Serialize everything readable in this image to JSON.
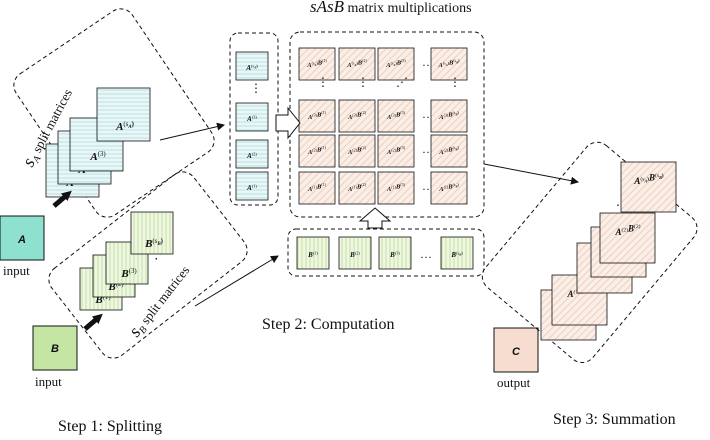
{
  "title": {
    "vars": "sAsB",
    "rest": " matrix multiplications"
  },
  "steps": {
    "step1": "Step 1: Splitting",
    "step2": "Step 2: Computation",
    "step3": "Step 3: Summation"
  },
  "io": {
    "input_label": "input",
    "output_label": "output",
    "matrix_a": "A",
    "matrix_b": "B",
    "matrix_c": "C"
  },
  "split_a": {
    "caption_var": "s",
    "caption_sub": "A",
    "caption_rest": " split matrices",
    "stack": [
      "A(1)",
      "A(2)",
      "A(3)",
      "...",
      "A(sA)"
    ]
  },
  "split_b": {
    "caption_var": "s",
    "caption_sub": "B",
    "caption_rest": " split matrices",
    "stack": [
      "B(1)",
      "B(2)",
      "B(3)",
      "...",
      "B(sB)"
    ]
  },
  "computation": {
    "a_column": [
      "A(sA)",
      "...",
      "A(3)",
      "A(2)",
      "A(1)"
    ],
    "b_row": [
      "B(1)",
      "B(2)",
      "B(3)",
      "...",
      "B(sB)"
    ],
    "grid": [
      [
        "A(sA)B(1)",
        "A(sA)B(2)",
        "A(sA)B(3)",
        "...",
        "A(sA)B(sB)"
      ],
      [
        "...",
        "...",
        "...",
        "",
        "..."
      ],
      [
        "A(3)B(1)",
        "A(3)B(2)",
        "A(3)B(3)",
        "...",
        "A(3)B(sB)"
      ],
      [
        "A(2)B(1)",
        "A(2)B(2)",
        "A(2)B(3)",
        "...",
        "A(2)B(sB)"
      ],
      [
        "A(1)B(1)",
        "A(1)B(2)",
        "A(1)B(3)",
        "...",
        "A(1)B(sB)"
      ]
    ]
  },
  "summation": {
    "stack": [
      "A(1)B(1)",
      "A(1)B(2)",
      "...",
      "A(1)B(sB)",
      "A(2)B(1)",
      "A(2)B(2)",
      "...",
      "A(sA)B(sB)"
    ]
  },
  "colors": {
    "a_fill": "#eaf6f8",
    "a_line": "#a9dcdc",
    "a_input": "#8ee1cf",
    "b_fill": "#eff6e2",
    "b_line": "#bcdc96",
    "b_input": "#c5e5a5",
    "prod_fill": "#fbeee6",
    "prod_line": "#e8c9b6",
    "c_output": "#f7ddd0"
  }
}
